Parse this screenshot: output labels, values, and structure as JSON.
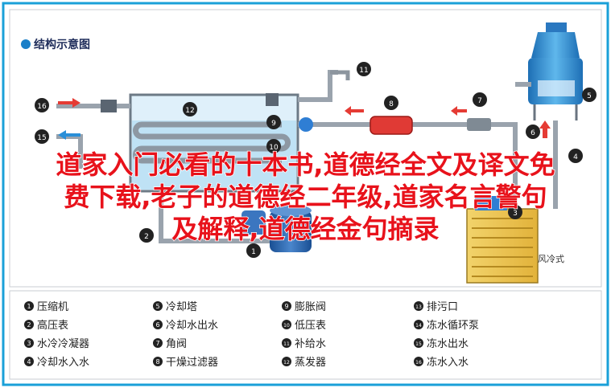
{
  "diagram": {
    "title": "结构示意图",
    "air_cooled_label": "风冷式",
    "callouts": [
      "16",
      "15",
      "12",
      "11",
      "10",
      "9",
      "8",
      "7",
      "6",
      "5",
      "4",
      "3",
      "2",
      "1"
    ],
    "legend": [
      {
        "num": "1",
        "label": "压缩机"
      },
      {
        "num": "2",
        "label": "高压表"
      },
      {
        "num": "3",
        "label": "水冷冷凝器"
      },
      {
        "num": "4",
        "label": "冷却水入水"
      },
      {
        "num": "5",
        "label": "冷却塔"
      },
      {
        "num": "6",
        "label": "冷却水出水"
      },
      {
        "num": "7",
        "label": "角阀"
      },
      {
        "num": "8",
        "label": "干燥过滤器"
      },
      {
        "num": "9",
        "label": "膨胀阀"
      },
      {
        "num": "10",
        "label": "低压表"
      },
      {
        "num": "11",
        "label": "补给水"
      },
      {
        "num": "12",
        "label": "蒸发器"
      },
      {
        "num": "13",
        "label": "排污口"
      },
      {
        "num": "14",
        "label": "冻水循环泵"
      },
      {
        "num": "15",
        "label": "冻水出水"
      },
      {
        "num": "16",
        "label": "冻水入水"
      }
    ]
  },
  "overlay": {
    "lines": [
      "道家入门必看的十本书,道德经全文及译文免",
      "费下载,老子的道德经二年级,道家名言警句",
      "及解释,道德经金句摘录"
    ]
  },
  "colors": {
    "frame_blue": "#1aa0d8",
    "tower_blue": "#2e8fd0",
    "overlay_red": "#e8121b",
    "callout_dark": "#222222"
  }
}
